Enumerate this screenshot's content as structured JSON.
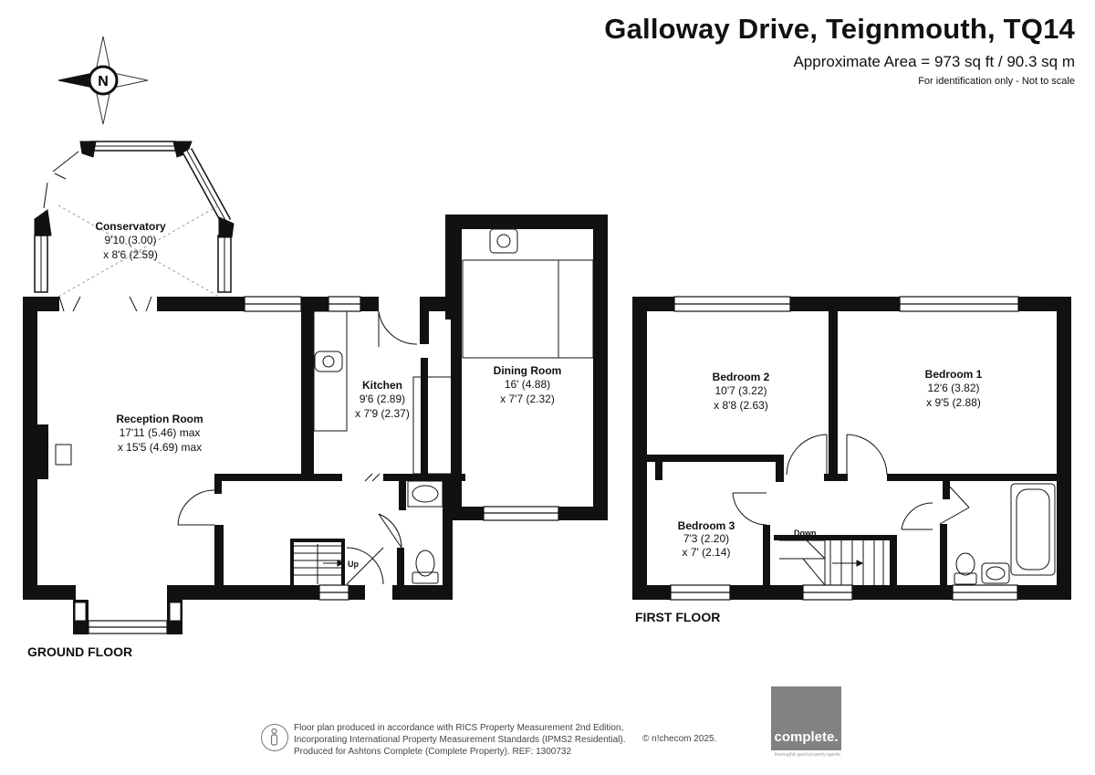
{
  "header": {
    "title": "Galloway Drive, Teignmouth, TQ14",
    "area": "Approximate Area = 973 sq ft / 90.3 sq m",
    "note": "For identification only - Not to scale"
  },
  "compass": {
    "letter": "N"
  },
  "floors": {
    "ground": "GROUND FLOOR",
    "first": "FIRST FLOOR"
  },
  "rooms": {
    "conservatory": {
      "name": "Conservatory",
      "dim1": "9'10 (3.00)",
      "dim2": "x 8'6 (2.59)"
    },
    "reception": {
      "name": "Reception Room",
      "dim1": "17'11 (5.46) max",
      "dim2": "x 15'5 (4.69) max"
    },
    "kitchen": {
      "name": "Kitchen",
      "dim1": "9'6 (2.89)",
      "dim2": "x 7'9 (2.37)"
    },
    "dining": {
      "name": "Dining Room",
      "dim1": "16' (4.88)",
      "dim2": "x 7'7 (2.32)"
    },
    "bedroom2": {
      "name": "Bedroom 2",
      "dim1": "10'7 (3.22)",
      "dim2": "x 8'8 (2.63)"
    },
    "bedroom1": {
      "name": "Bedroom 1",
      "dim1": "12'6 (3.82)",
      "dim2": "x 9'5 (2.88)"
    },
    "bedroom3": {
      "name": "Bedroom 3",
      "dim1": "7'3 (2.20)",
      "dim2": "x 7' (2.14)"
    }
  },
  "stairs": {
    "up": "Up",
    "down": "Down"
  },
  "footer": {
    "line1": "Floor plan produced in accordance with RICS Property Measurement 2nd Edition,",
    "line2": "Incorporating International Property Measurement Standards (IPMS2 Residential).",
    "line3": "Produced for Ashtons Complete (Complete Property).   REF:  1300732",
    "copyright": "© n!checom 2025.",
    "logo": "complete.",
    "tagline": "thoroughly good property agents"
  }
}
